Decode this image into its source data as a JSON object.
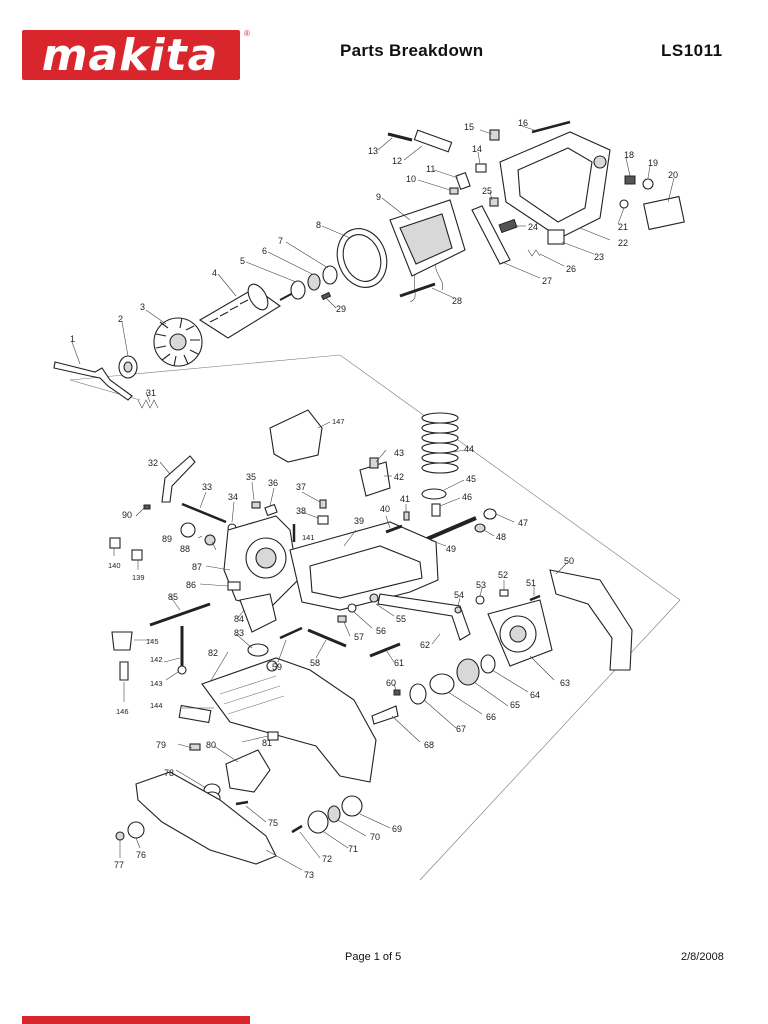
{
  "brand": {
    "name": "makita",
    "registered_mark": "®",
    "color": "#d9262c"
  },
  "header": {
    "title": "Parts Breakdown",
    "model": "LS1011"
  },
  "footer": {
    "page": "Page 1 of 5",
    "date": "2/8/2008"
  },
  "parts": [
    {
      "n": "1"
    },
    {
      "n": "2"
    },
    {
      "n": "3"
    },
    {
      "n": "4"
    },
    {
      "n": "5"
    },
    {
      "n": "6"
    },
    {
      "n": "7"
    },
    {
      "n": "8"
    },
    {
      "n": "9"
    },
    {
      "n": "10"
    },
    {
      "n": "11"
    },
    {
      "n": "12"
    },
    {
      "n": "13"
    },
    {
      "n": "14"
    },
    {
      "n": "15"
    },
    {
      "n": "16"
    },
    {
      "n": "18"
    },
    {
      "n": "19"
    },
    {
      "n": "20"
    },
    {
      "n": "21"
    },
    {
      "n": "22"
    },
    {
      "n": "23"
    },
    {
      "n": "24"
    },
    {
      "n": "25"
    },
    {
      "n": "26"
    },
    {
      "n": "27"
    },
    {
      "n": "28"
    },
    {
      "n": "29"
    },
    {
      "n": "31"
    },
    {
      "n": "32"
    },
    {
      "n": "33"
    },
    {
      "n": "34"
    },
    {
      "n": "35"
    },
    {
      "n": "36"
    },
    {
      "n": "37"
    },
    {
      "n": "38"
    },
    {
      "n": "39"
    },
    {
      "n": "40"
    },
    {
      "n": "41"
    },
    {
      "n": "42"
    },
    {
      "n": "43"
    },
    {
      "n": "44"
    },
    {
      "n": "45"
    },
    {
      "n": "46"
    },
    {
      "n": "47"
    },
    {
      "n": "48"
    },
    {
      "n": "49"
    },
    {
      "n": "50"
    },
    {
      "n": "51"
    },
    {
      "n": "52"
    },
    {
      "n": "53"
    },
    {
      "n": "54"
    },
    {
      "n": "55"
    },
    {
      "n": "56"
    },
    {
      "n": "57"
    },
    {
      "n": "58"
    },
    {
      "n": "59"
    },
    {
      "n": "60"
    },
    {
      "n": "61"
    },
    {
      "n": "62"
    },
    {
      "n": "63"
    },
    {
      "n": "64"
    },
    {
      "n": "65"
    },
    {
      "n": "66"
    },
    {
      "n": "67"
    },
    {
      "n": "68"
    },
    {
      "n": "69"
    },
    {
      "n": "70"
    },
    {
      "n": "71"
    },
    {
      "n": "72"
    },
    {
      "n": "73"
    },
    {
      "n": "75"
    },
    {
      "n": "76"
    },
    {
      "n": "77"
    },
    {
      "n": "78"
    },
    {
      "n": "79"
    },
    {
      "n": "80"
    },
    {
      "n": "81"
    },
    {
      "n": "82"
    },
    {
      "n": "83"
    },
    {
      "n": "84"
    },
    {
      "n": "85"
    },
    {
      "n": "86"
    },
    {
      "n": "87"
    },
    {
      "n": "88"
    },
    {
      "n": "89"
    },
    {
      "n": "90"
    },
    {
      "n": "139"
    },
    {
      "n": "140"
    },
    {
      "n": "141"
    },
    {
      "n": "142"
    },
    {
      "n": "143"
    },
    {
      "n": "144"
    },
    {
      "n": "145"
    },
    {
      "n": "146"
    },
    {
      "n": "147"
    }
  ]
}
